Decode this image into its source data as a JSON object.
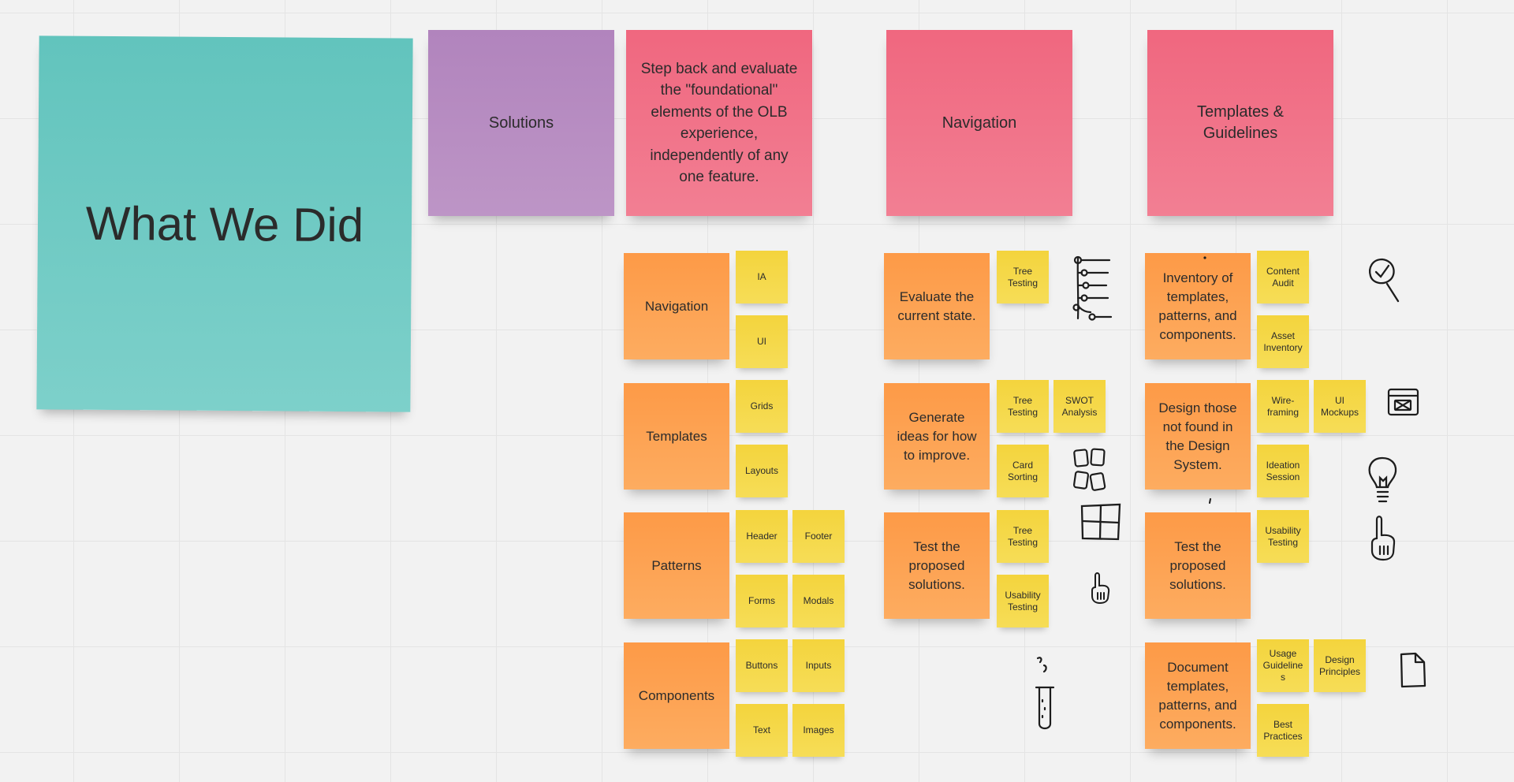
{
  "board": {
    "title": "What We Did",
    "headers": {
      "solutions": "Solutions",
      "foundational": "Step back and evaluate the \"foundational\" elements of the OLB experience, independently of any one feature.",
      "navigation": "Navigation",
      "templates_guidelines": "Templates & Guidelines"
    },
    "foundational_column": [
      {
        "label": "Navigation",
        "tags": [
          "IA",
          "UI"
        ]
      },
      {
        "label": "Templates",
        "tags": [
          "Grids",
          "Layouts"
        ]
      },
      {
        "label": "Patterns",
        "tags": [
          "Header",
          "Footer",
          "Forms",
          "Modals"
        ]
      },
      {
        "label": "Components",
        "tags": [
          "Buttons",
          "Inputs",
          "Text",
          "Images"
        ]
      }
    ],
    "navigation_column": [
      {
        "label": "Evaluate the current state.",
        "tags": [
          "Tree Testing"
        ]
      },
      {
        "label": "Generate ideas for how to improve.",
        "tags": [
          "Tree Testing",
          "SWOT Analysis",
          "Card Sorting"
        ]
      },
      {
        "label": "Test the proposed solutions.",
        "tags": [
          "Tree Testing",
          "Usability Testing"
        ]
      }
    ],
    "templates_column": [
      {
        "label": "Inventory of templates, patterns, and components.",
        "tags": [
          "Content Audit",
          "Asset Inventory"
        ]
      },
      {
        "label": "Design those not found in the Design System.",
        "tags": [
          "Wire-framing",
          "UI Mockups",
          "Ideation Session"
        ]
      },
      {
        "label": "Test the proposed solutions.",
        "tags": [
          "Usability Testing"
        ]
      },
      {
        "label": "Document templates, patterns, and components.",
        "tags": [
          "Usage Guideline s",
          "Design Principles",
          "Best Practices"
        ]
      }
    ]
  },
  "colors": {
    "teal": "#62c4bd",
    "purple": "#b184bd",
    "pink": "#f0677f",
    "orange": "#fd9a47",
    "yellow": "#f4d43d",
    "canvas": "#f2f2f2"
  }
}
